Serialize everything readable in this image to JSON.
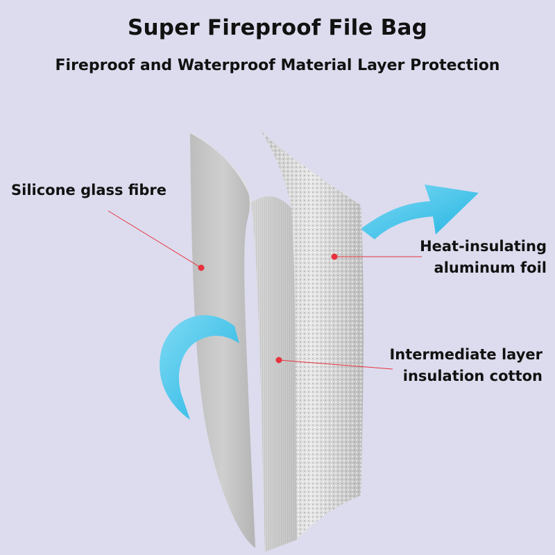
{
  "header": {
    "title": "Super Fireproof File Bag",
    "subtitle": "Fireproof and Waterproof Material Layer Protection"
  },
  "layers": [
    {
      "id": "silicone",
      "lines": [
        "Silicone glass fibre"
      ]
    },
    {
      "id": "foil",
      "lines": [
        "Heat-insulating",
        "aluminum foil"
      ]
    },
    {
      "id": "cotton",
      "lines": [
        "Intermediate layer",
        "insulation cotton"
      ]
    }
  ],
  "colors": {
    "background": "#dcdcee",
    "arrow": "#3cc6ec",
    "leader": "#e8323c",
    "layer_gray": "#c8c8c8"
  }
}
